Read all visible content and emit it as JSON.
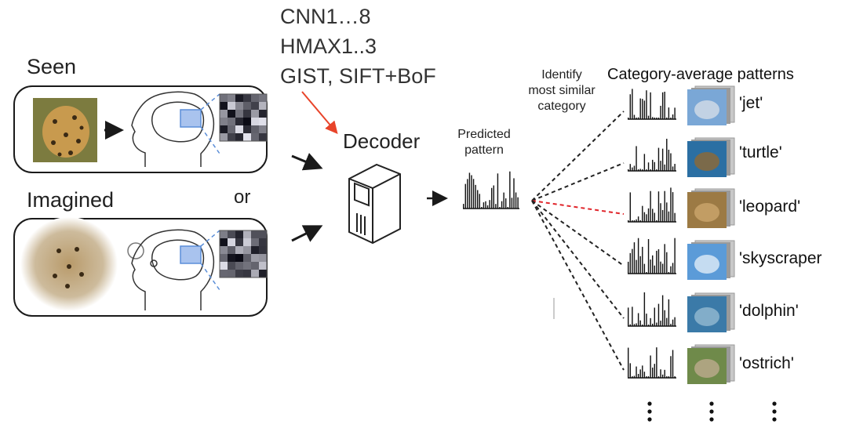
{
  "features": {
    "line1": "CNN1…8",
    "line2": "HMAX1..3",
    "line3": "GIST, SIFT+BoF"
  },
  "conditions": {
    "seen": "Seen",
    "imagined": "Imagined",
    "or": "or"
  },
  "decoder": {
    "label": "Decoder"
  },
  "predicted": {
    "line1": "Predicted",
    "line2": "pattern"
  },
  "identify": {
    "line1": "Identify",
    "line2": "most similar",
    "line3": "category"
  },
  "category_header": "Category-average patterns",
  "categories": [
    {
      "label": "'jet'",
      "highlight": false
    },
    {
      "label": "'turtle'",
      "highlight": false
    },
    {
      "label": "'leopard'",
      "highlight": true
    },
    {
      "label": "'skyscraper",
      "highlight": false
    },
    {
      "label": "'dolphin'",
      "highlight": false
    },
    {
      "label": "'ostrich'",
      "highlight": false
    }
  ],
  "colors": {
    "accent_arrow": "#e8442a",
    "highlight_line": "#e0242a",
    "brain_patch": "#5b8ed8",
    "outline": "#1a1a1a"
  }
}
